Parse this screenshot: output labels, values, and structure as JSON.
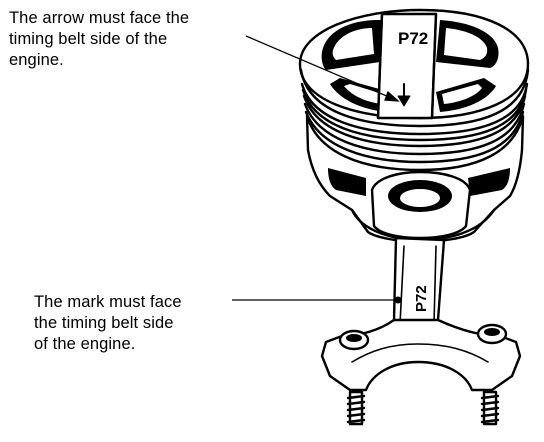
{
  "callouts": {
    "arrow": {
      "lines": [
        "The arrow must face the",
        "timing belt side of the",
        "engine."
      ]
    },
    "mark": {
      "lines": [
        "The mark must face",
        "the timing belt side",
        "of the engine."
      ]
    }
  },
  "markings": {
    "piston_crown": "P72",
    "connecting_rod": "P72"
  }
}
